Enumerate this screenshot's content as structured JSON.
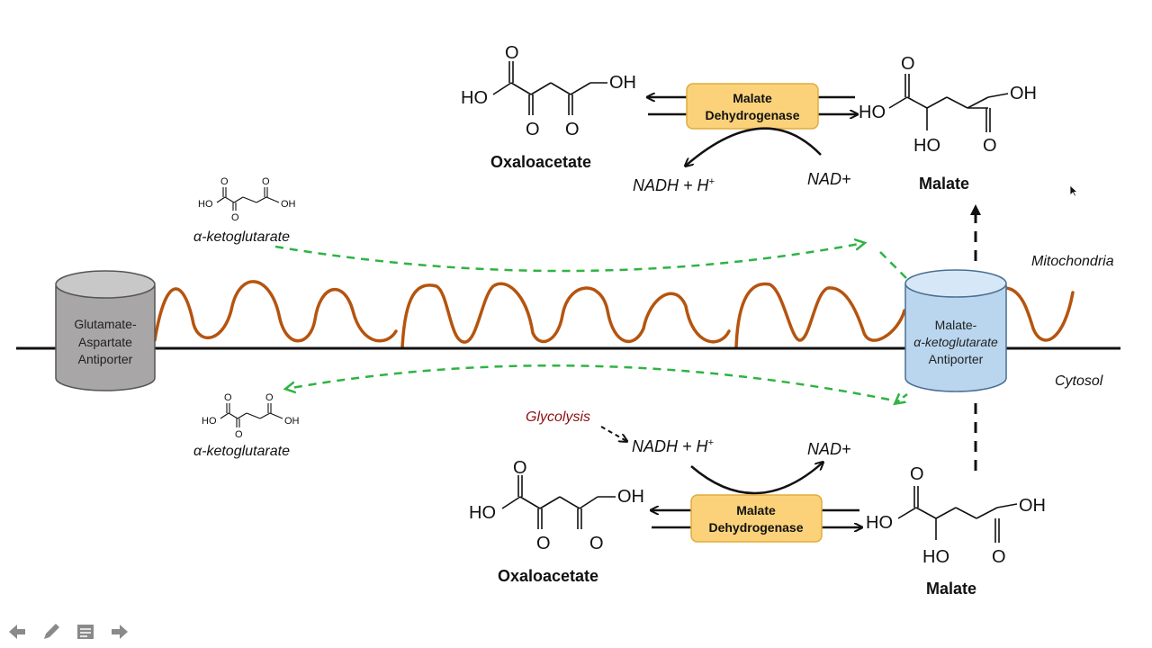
{
  "membrane": {
    "top_compartment": "Mitochondria",
    "bottom_compartment": "Cytosol"
  },
  "antiporters": {
    "left": {
      "line1": "Glutamate-",
      "line2": "Aspartate",
      "line3": "Antiporter"
    },
    "right": {
      "line1": "Malate-",
      "line2": "α-ketoglutarate",
      "line3": "Antiporter"
    }
  },
  "mito": {
    "oxaloacetate": "Oxaloacetate",
    "malate": "Malate",
    "enzyme_line1": "Malate",
    "enzyme_line2": "Dehydrogenase",
    "nadh": "NADH + H",
    "nadh_sup": "+",
    "nad": "NAD+"
  },
  "cyto": {
    "oxaloacetate": "Oxaloacetate",
    "malate": "Malate",
    "enzyme_line1": "Malate",
    "enzyme_line2": "Dehydrogenase",
    "nadh": "NADH + H",
    "nadh_sup": "+",
    "nad": "NAD+",
    "glycolysis": "Glycolysis"
  },
  "akg": {
    "top_label": "α-ketoglutarate",
    "bottom_label": "α-ketoglutarate"
  },
  "atoms": {
    "ho": "HO",
    "oh": "OH",
    "o": "O"
  },
  "colors": {
    "membrane_wave": "#b5540f",
    "transport_arrow": "#2fb344",
    "enzyme_box": "#fbd27a",
    "enzyme_border": "#e0ad3c",
    "left_cylinder": "#a8a6a6",
    "right_cylinder": "#bad6ee",
    "glycolysis_text": "#8b1010"
  },
  "toolbar": {
    "back_icon": "arrow-left-icon",
    "pen_icon": "pen-icon",
    "notes_icon": "notes-icon",
    "forward_icon": "arrow-right-icon"
  }
}
